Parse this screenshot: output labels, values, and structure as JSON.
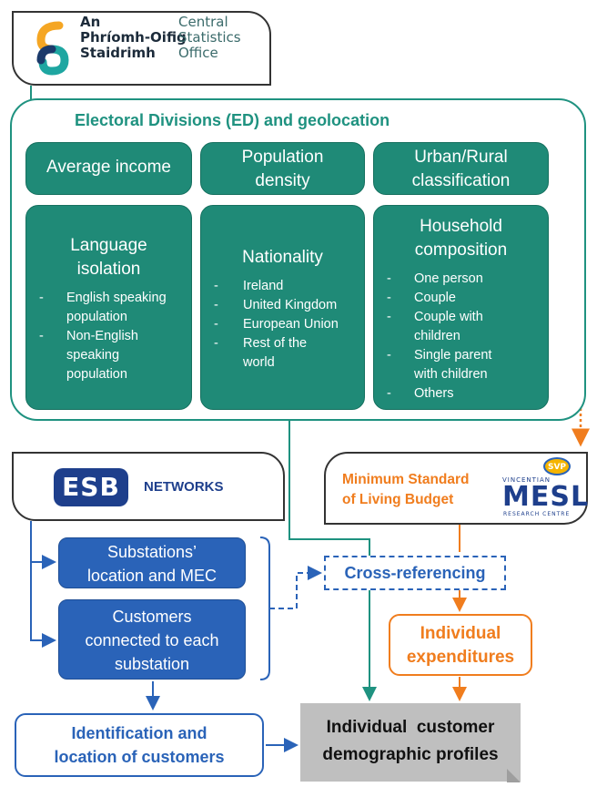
{
  "cso": {
    "irish_name": [
      "An",
      "Phríomh-Oifig",
      "Staidrimh"
    ],
    "english_name": [
      "Central",
      "Statistics",
      "Office"
    ]
  },
  "ed": {
    "title": "Electoral Divisions (ED) and geolocation",
    "average_income": "Average income",
    "population_density": [
      "Population",
      "density"
    ],
    "urban_rural": [
      "Urban/Rural",
      "classification"
    ],
    "language": {
      "title": [
        "Language",
        "isolation"
      ],
      "items": [
        [
          "English speaking",
          "population"
        ],
        [
          "Non-English",
          "speaking",
          "population"
        ]
      ]
    },
    "nationality": {
      "title": "Nationality",
      "items": [
        [
          "Ireland"
        ],
        [
          "United Kingdom"
        ],
        [
          "European Union"
        ],
        [
          "Rest of the",
          "world"
        ]
      ]
    },
    "household": {
      "title": [
        "Household",
        "composition"
      ],
      "items": [
        [
          "One person"
        ],
        [
          "Couple"
        ],
        [
          "Couple with",
          "children"
        ],
        [
          "Single parent",
          "with children"
        ],
        [
          "Others"
        ]
      ]
    }
  },
  "esb": {
    "logo_text": "ESB",
    "networks": "NETWORKS",
    "substations": [
      "Substations’",
      "location and MEC"
    ],
    "customers": [
      "Customers",
      "connected to each",
      "substation"
    ],
    "identification": [
      "Identification and",
      "location of customers"
    ]
  },
  "mesl": {
    "title": [
      "Minimum Standard",
      "of Living Budget"
    ],
    "logo_small": "VINCENTIAN",
    "logo_big": "MESL",
    "logo_bottom": "RESEARCH CENTRE",
    "svp": "SVP"
  },
  "flow": {
    "cross_referencing": "Cross-referencing",
    "individual_expenditures": [
      "Individual",
      "expenditures"
    ],
    "profiles": [
      "Individual  customer",
      "demographic profiles"
    ]
  },
  "colors": {
    "teal": "#1f8a77",
    "blue": "#2a63b8",
    "orange": "#f07d1e",
    "grey": "#bfbfbf"
  }
}
